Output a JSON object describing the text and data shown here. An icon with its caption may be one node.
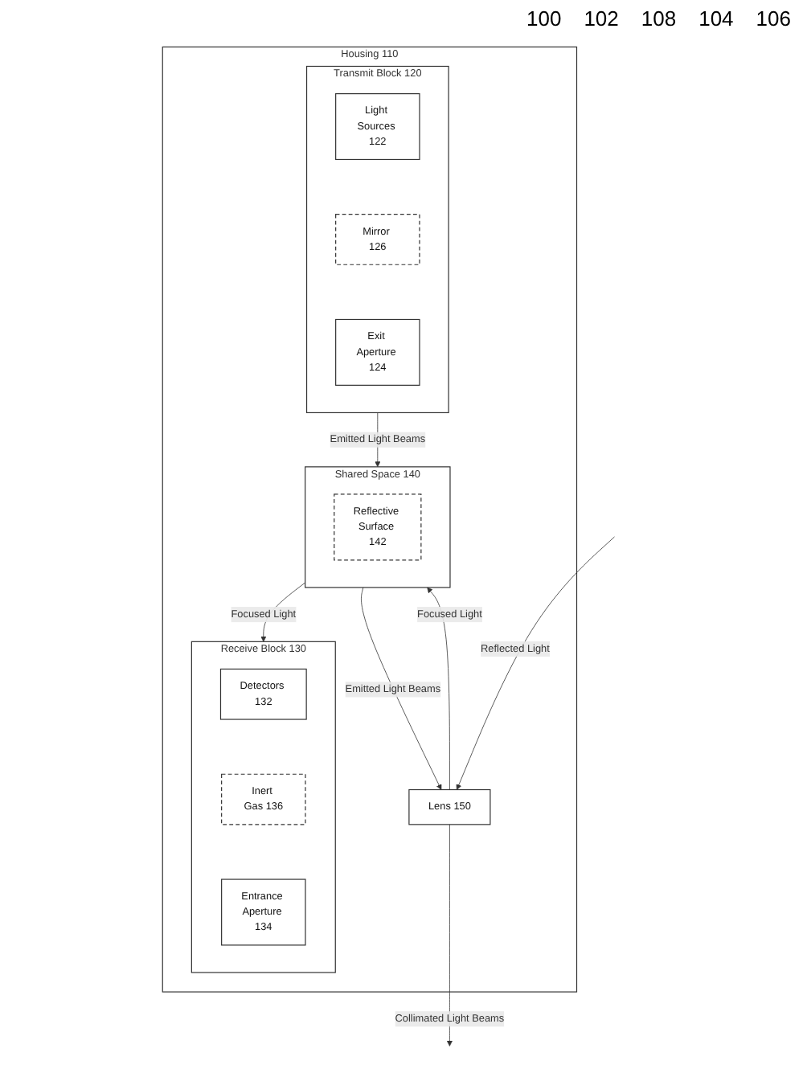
{
  "diagram": {
    "nodes": [
      {
        "text": [
          "Housing 110"
        ]
      },
      {
        "text": [
          "Transmit Block 120"
        ],
        "in": 0
      },
      {
        "text": [
          "Light Sources 122"
        ],
        "in": 1
      },
      {
        "text": [
          "Mirror 126"
        ],
        "in": 1
      },
      {
        "text": [
          "Exit Aperture 124"
        ],
        "in": 1
      },
      {
        "text": [
          "Receive Block 130"
        ],
        "in": 0
      },
      {
        "text": [
          "Detectors 132"
        ],
        "in": 5
      },
      {
        "text": [
          "Inert Gas 136"
        ],
        "in": 5
      },
      {
        "text": [
          "Entrance Aperture 134"
        ],
        "in": 5
      },
      {
        "text": [
          "Shared Space 140"
        ],
        "in": 0
      },
      {
        "text": [
          "Reflective Surface 142"
        ],
        "in": 9
      },
      {
        "text": [
          "Lens 150"
        ],
        "in": 0
      }
    ],
    "edges": [
      {
        "from": 1,
        "to": 9,
        "arrow": "to",
        "label": "Emitted Light Beams"
      },
      {
        "from": 9,
        "to": 5,
        "arrow": "to",
        "label": "Focused Light"
      },
      {
        "from": 9,
        "to": 11,
        "arrow": "to",
        "label": "Emitted Light Beams"
      },
      {
        "from": 11,
        "to": 9,
        "arrow": "to",
        "label": "Focused Light"
      },
      {
        "from": 11,
        "to": null,
        "arrow": "to",
        "label": "Collimated Light Beams"
      },
      {
        "from": null,
        "to": 11,
        "arrow": "to",
        "label": "Reflected Light"
      }
    ],
    "labels": [
      "100",
      "102",
      "108",
      "104",
      "106"
    ]
  }
}
